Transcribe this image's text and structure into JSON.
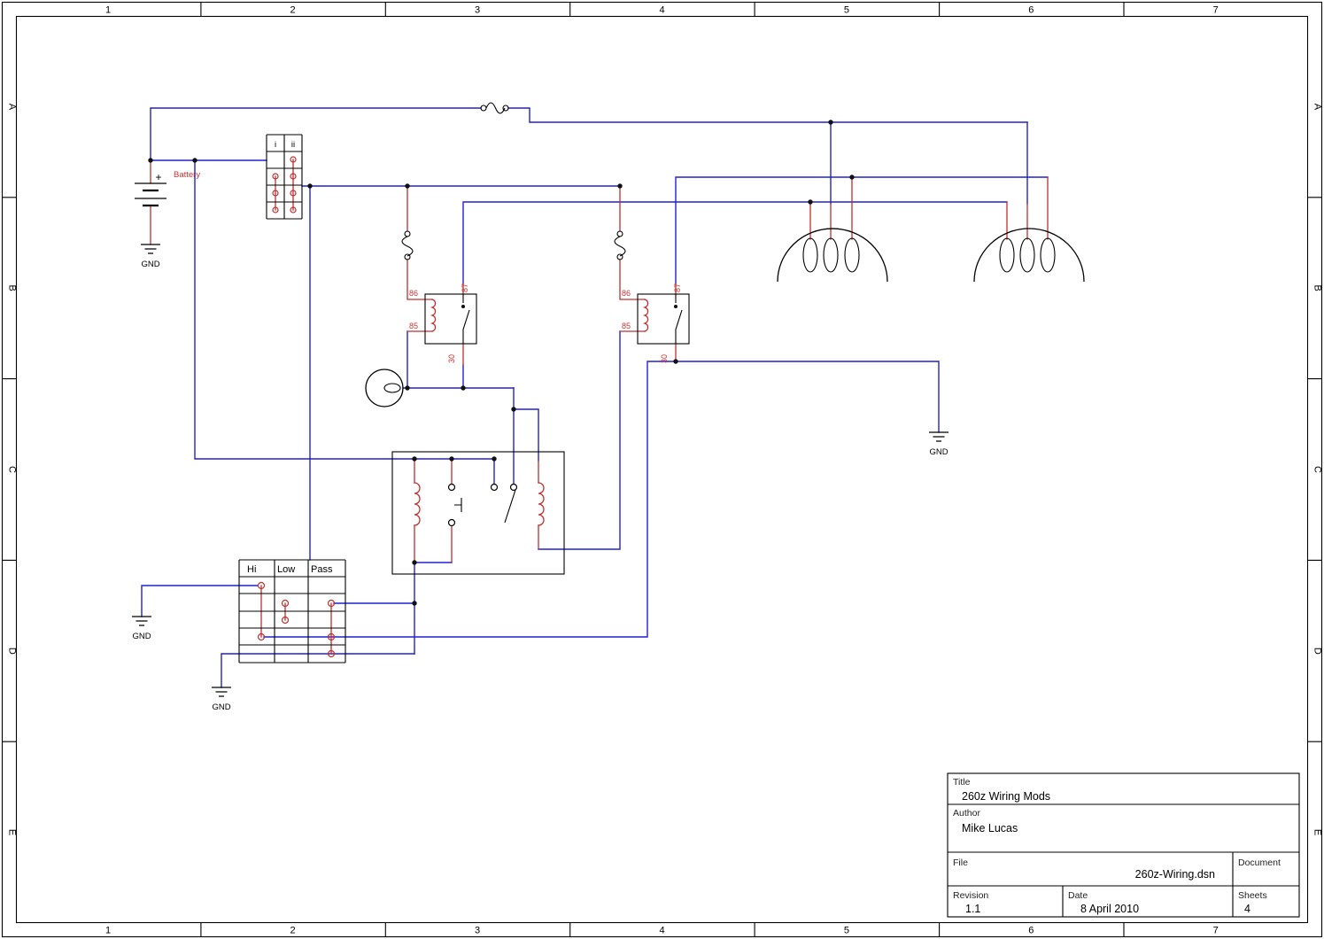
{
  "colors": {
    "wire": "#2121cd",
    "trace": "#c03030",
    "label_red": "#cc3333",
    "line": "#000000",
    "background": "#ffffff"
  },
  "border": {
    "columns": [
      "1",
      "2",
      "3",
      "4",
      "5",
      "6",
      "7"
    ],
    "rows": [
      "A",
      "B",
      "C",
      "D",
      "E"
    ]
  },
  "battery": {
    "plus": "+",
    "label": "Battery"
  },
  "connector": {
    "header_i": "i",
    "header_ii": "ii"
  },
  "relay_left": {
    "pin86": "86",
    "pin85": "85",
    "pin87": "87",
    "pin30": "30"
  },
  "relay_right": {
    "pin86": "86",
    "pin85": "85",
    "pin87": "87",
    "pin30": "30"
  },
  "headlight_switch": {
    "col_hi": "Hi",
    "col_low": "Low",
    "col_pass": "Pass"
  },
  "grounds": {
    "g1": "GND",
    "g2": "GND",
    "g3": "GND",
    "g4": "GND"
  },
  "title_block": {
    "title_label": "Title",
    "title": "260z Wiring Mods",
    "author_label": "Author",
    "author": "Mike Lucas",
    "file_label": "File",
    "file": "260z-Wiring.dsn",
    "document_label": "Document",
    "revision_label": "Revision",
    "revision": "1.1",
    "date_label": "Date",
    "date": "8 April 2010",
    "sheets_label": "Sheets",
    "sheets": "4"
  }
}
